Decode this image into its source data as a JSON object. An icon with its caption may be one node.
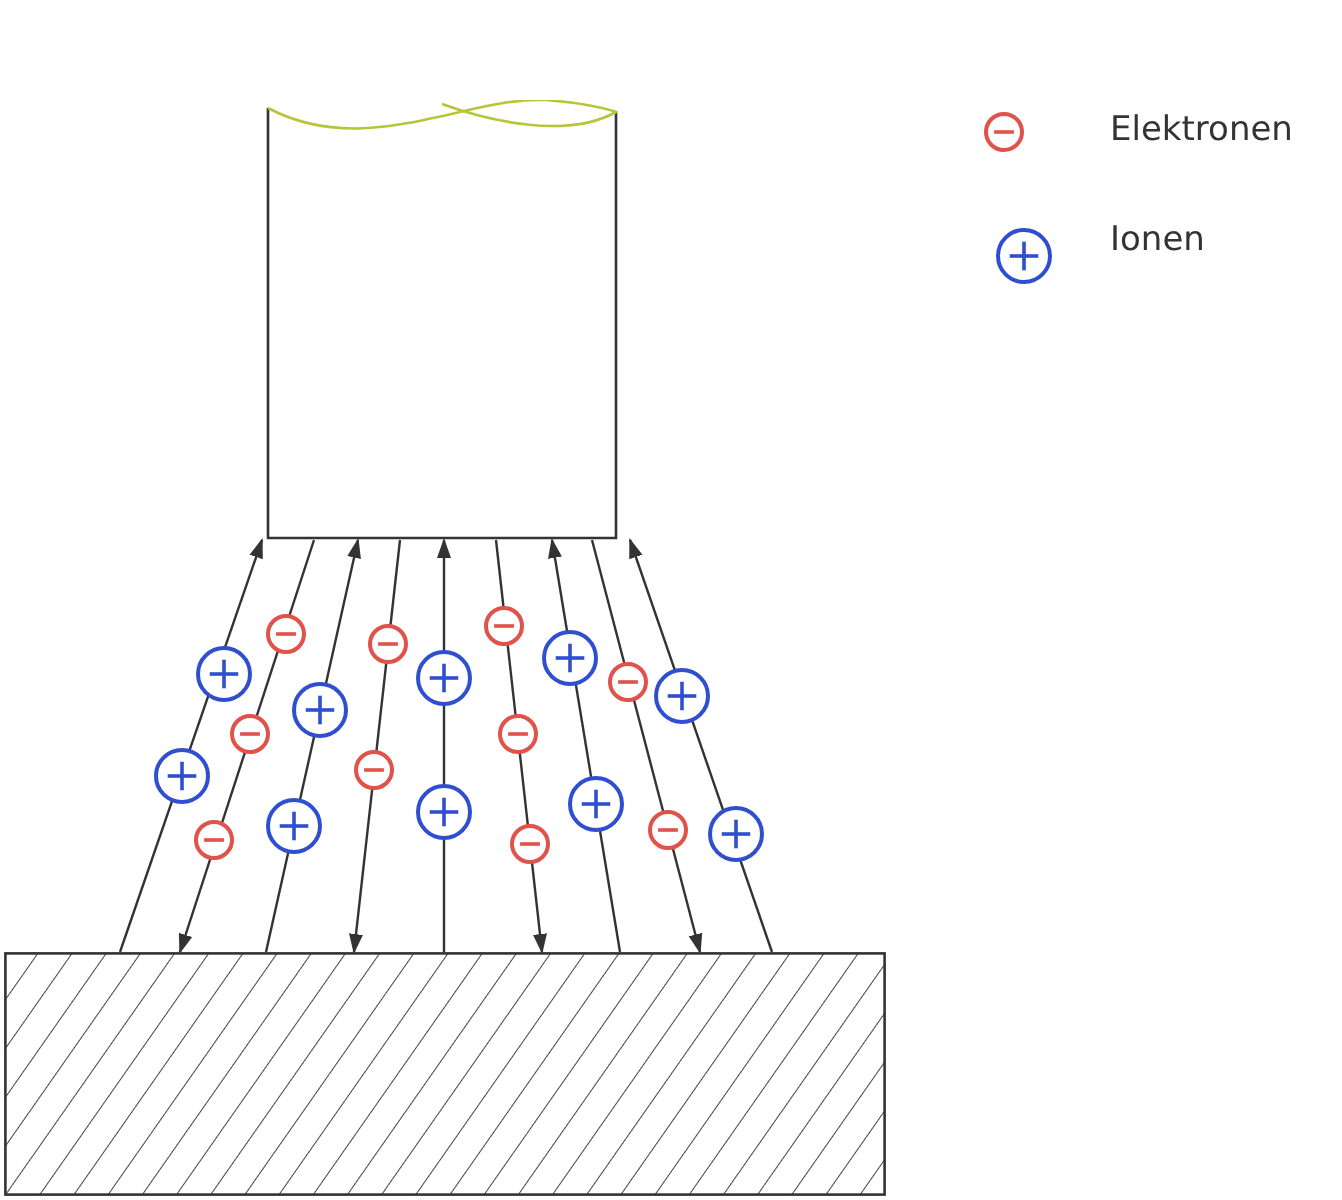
{
  "diagram": {
    "nodes": [
      {
        "text": [],
        "shape": "box"
      },
      {
        "text": [],
        "shape": "box"
      }
    ],
    "edges": [
      {
        "from": 1,
        "to": 0,
        "arrow": "to"
      },
      {
        "from": 0,
        "to": 1,
        "arrow": "to"
      },
      {
        "from": 1,
        "to": 0,
        "arrow": "to"
      },
      {
        "from": 0,
        "to": 1,
        "arrow": "to"
      },
      {
        "from": 1,
        "to": 0,
        "arrow": "to"
      },
      {
        "from": 0,
        "to": 1,
        "arrow": "to"
      },
      {
        "from": 1,
        "to": 0,
        "arrow": "to"
      },
      {
        "from": 0,
        "to": 1,
        "arrow": "to"
      },
      {
        "from": 1,
        "to": 0,
        "arrow": "to"
      }
    ],
    "legend": [
      {
        "text": "Elektronen"
      },
      {
        "text": "Ionen"
      }
    ]
  }
}
